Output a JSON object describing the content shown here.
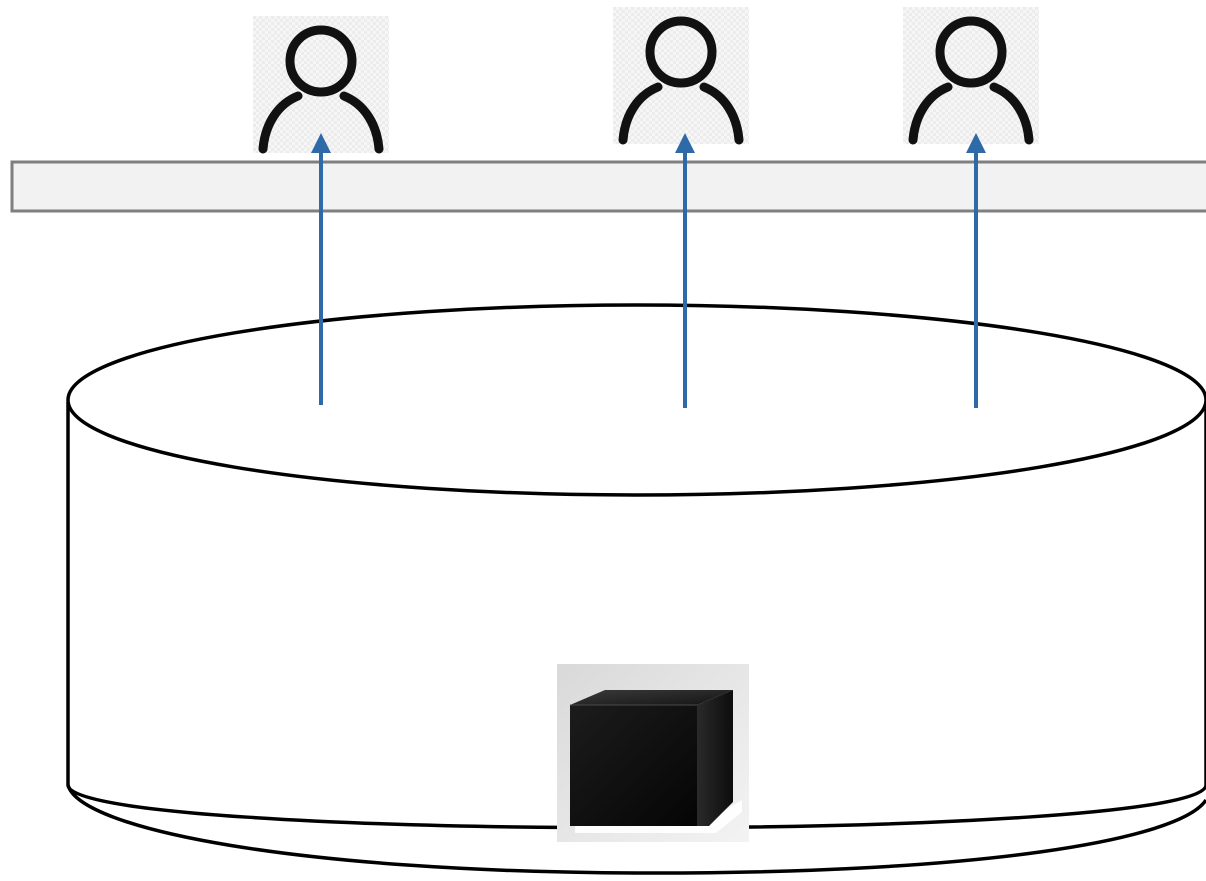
{
  "diagram": {
    "users": [
      {
        "icon": "user-icon"
      },
      {
        "icon": "user-icon"
      },
      {
        "icon": "user-icon"
      }
    ],
    "barrier": {
      "fill": "#f2f2f2",
      "stroke": "#7f7f7f"
    },
    "arrows": {
      "color": "#2e6aa8",
      "direction": "up",
      "count": 3
    },
    "database": {
      "shape": "cylinder",
      "fill": "#ffffff",
      "stroke": "#000000"
    },
    "contents": {
      "icon": "black-cube-icon"
    }
  }
}
